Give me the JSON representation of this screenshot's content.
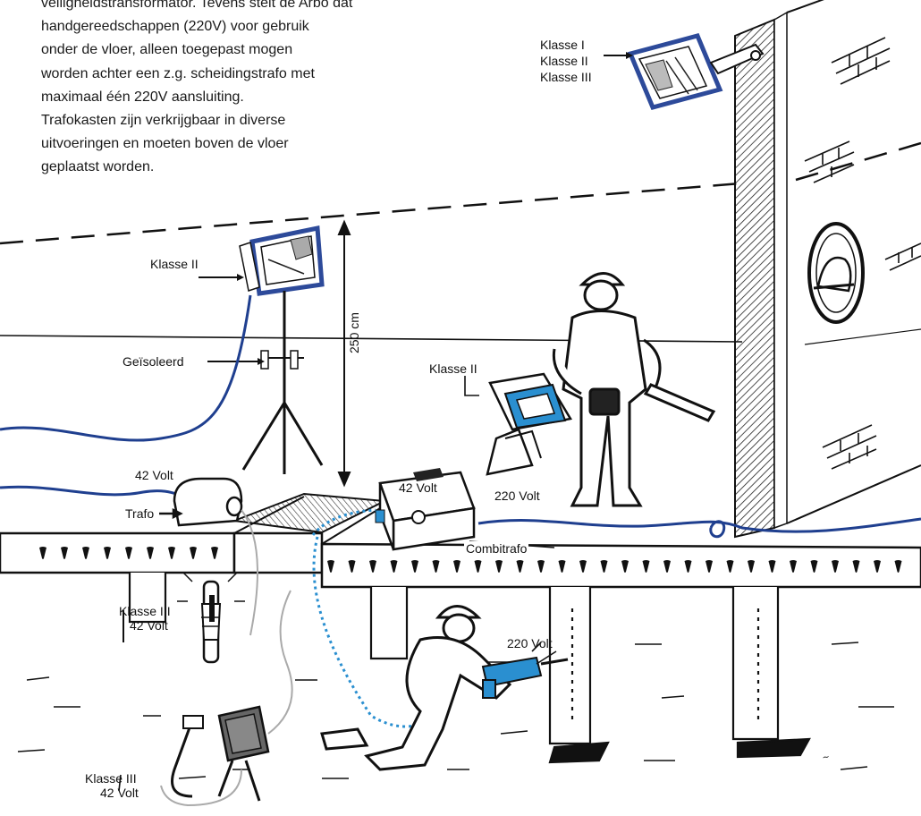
{
  "intro_lines": [
    "veiligheidstransformator. Tevens stelt de Arbo dat",
    "handgereedschappen (220V) voor gebruik",
    "onder de vloer, alleen toegepast mogen",
    "worden achter een z.g. scheidingstrafo met",
    "maximaal één 220V aansluiting.",
    "Trafokasten zijn verkrijgbaar in diverse",
    "uitvoeringen en moeten boven de vloer",
    "geplaatst worden."
  ],
  "labels": {
    "wall_lamp_classes": [
      "Klasse I",
      "Klasse II",
      "Klasse III"
    ],
    "tripod_lamp": "Klasse II",
    "insulated": "Geïsoleerd",
    "height": "250 cm",
    "stand_lamp": "Klasse II",
    "transformer_volt": "42 Volt",
    "transformer": "Trafo",
    "combi_volt": "42 Volt",
    "combi_220": "220 Volt",
    "combitrafo": "Combitrafo",
    "hand_lamp_class": "Klasse III",
    "hand_lamp_volt": "42 Volt",
    "drill_volt": "220 Volt",
    "floor_lamp_class": "Klasse III",
    "floor_lamp_volt": "42 Volt"
  },
  "colors": {
    "cable_blue": "#1f3f8f",
    "tool_blue": "#2a8fd0",
    "lamp_frame": "#2d4a9a",
    "ink": "#111111"
  }
}
